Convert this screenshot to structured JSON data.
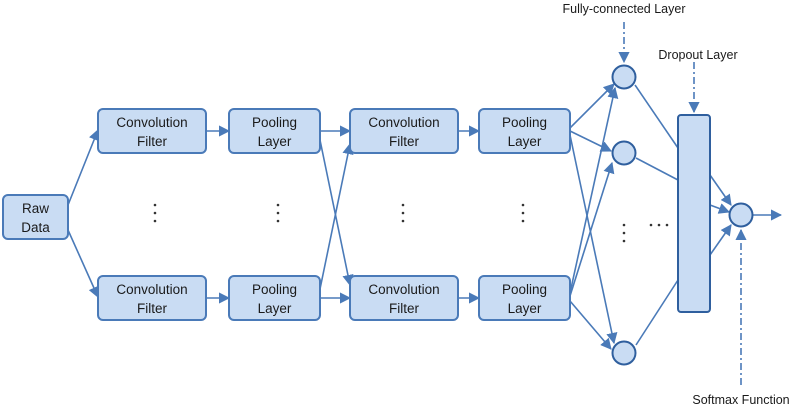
{
  "nodes": {
    "raw_data": [
      "Raw",
      "Data"
    ],
    "conv_top_1": [
      "Convolution",
      "Filter"
    ],
    "pool_top_1": [
      "Pooling",
      "Layer"
    ],
    "conv_top_2": [
      "Convolution",
      "Filter"
    ],
    "pool_top_2": [
      "Pooling",
      "Layer"
    ],
    "conv_bottom_1": [
      "Convolution",
      "Filter"
    ],
    "pool_bottom_1": [
      "Pooling",
      "Layer"
    ],
    "conv_bottom_2": [
      "Convolution",
      "Filter"
    ],
    "pool_bottom_2": [
      "Pooling",
      "Layer"
    ]
  },
  "callouts": {
    "fully_connected": "Fully-connected Layer",
    "dropout": "Dropout Layer",
    "softmax": "Softmax Function"
  },
  "ellipsis": {
    "vertical": "·\n·\n·",
    "horizontal": "· · ·"
  },
  "colors": {
    "box_fill": "#c9dcf3",
    "box_stroke": "#4a7ab8",
    "edge": "#4a7ab8"
  }
}
